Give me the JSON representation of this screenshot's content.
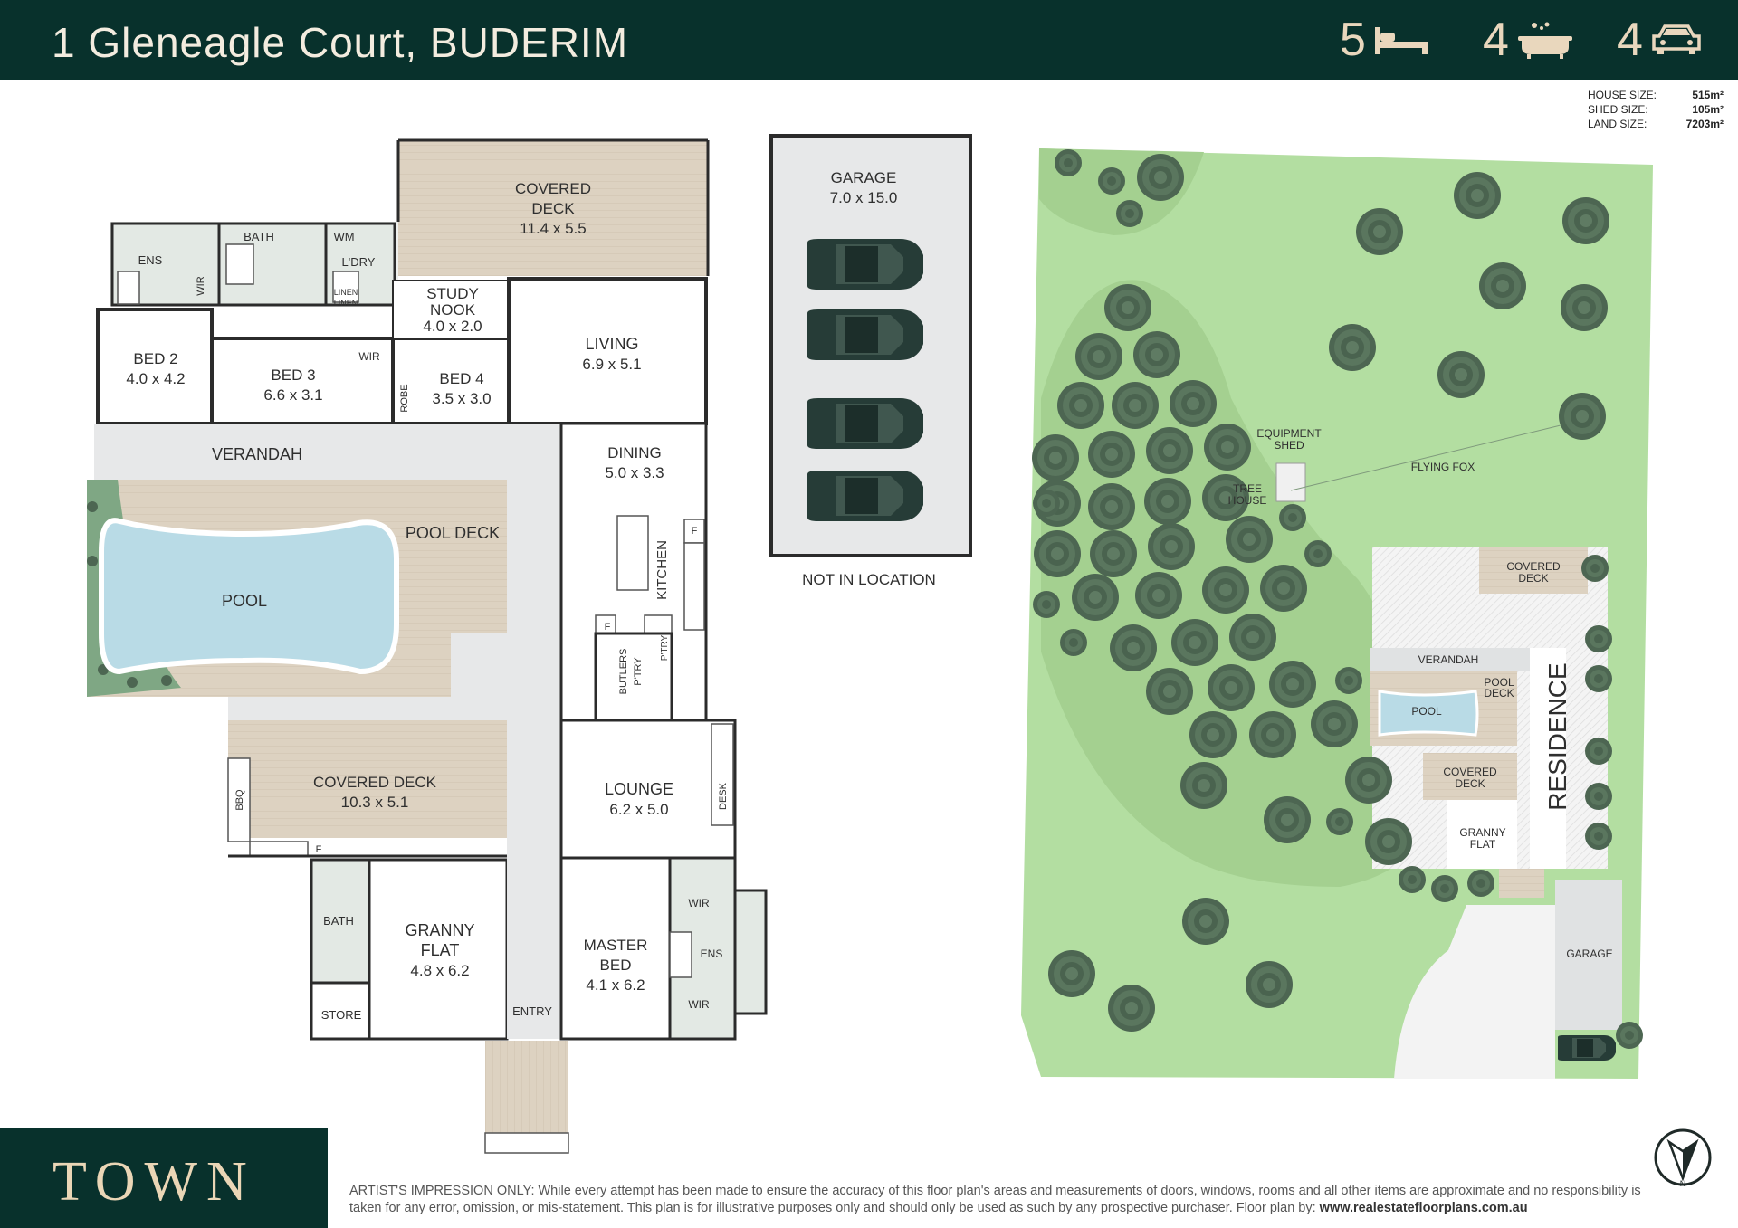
{
  "header": {
    "address": "1 Gleneagle Court, BUDERIM",
    "beds": "5",
    "baths": "4",
    "cars": "4"
  },
  "sizes": [
    {
      "label": "HOUSE SIZE:",
      "value": "515m²"
    },
    {
      "label": "SHED SIZE:",
      "value": "105m²"
    },
    {
      "label": "LAND SIZE:",
      "value": "7203m²"
    }
  ],
  "rooms": {
    "covered_deck_top": {
      "name": "COVERED",
      "name2": "DECK",
      "dim": "11.4 x 5.5"
    },
    "ens": "ENS",
    "bath_top": "BATH",
    "wm": "WM",
    "wir1": "WIR",
    "ldry": "L'DRY",
    "linen1": "LINEN",
    "linen2": "LINEN",
    "study": {
      "name": "STUDY",
      "name2": "NOOK",
      "dim": "4.0 x 2.0"
    },
    "living": {
      "name": "LIVING",
      "dim": "6.9 x 5.1"
    },
    "bed2": {
      "name": "BED 2",
      "dim": "4.0 x 4.2"
    },
    "bed3": {
      "name": "BED 3",
      "dim": "6.6 x 3.1"
    },
    "wir2": "WIR",
    "bed4": {
      "name": "BED 4",
      "dim": "3.5 x 3.0"
    },
    "robe": "ROBE",
    "verandah": "VERANDAH",
    "dining": {
      "name": "DINING",
      "dim": "5.0 x 3.3"
    },
    "pool_deck": "POOL DECK",
    "pool": "POOL",
    "kitchen": "KITCHEN",
    "fridge1": "F",
    "fridge2": "F",
    "fridge3": "F",
    "butlers": "BUTLERS",
    "ptry1": "P'TRY",
    "ptry2": "P'TRY",
    "covered_deck_low": {
      "name": "COVERED DECK",
      "dim": "10.3 x 5.1"
    },
    "bbq": "BBQ",
    "lounge": {
      "name": "LOUNGE",
      "dim": "6.2 x 5.0"
    },
    "desk": "DESK",
    "bath_low": "BATH",
    "granny": {
      "name": "GRANNY",
      "name2": "FLAT",
      "dim": "4.8 x 6.2"
    },
    "store": "STORE",
    "entry": "ENTRY",
    "master": {
      "name": "MASTER",
      "name2": "BED",
      "dim": "4.1 x 6.2"
    },
    "wir3": "WIR",
    "ens2": "ENS",
    "wir4": "WIR"
  },
  "garage": {
    "name": "GARAGE",
    "dim": "7.0 x 15.0",
    "note": "NOT IN LOCATION"
  },
  "site": {
    "equipment_shed": "EQUIPMENT",
    "equipment_shed2": "SHED",
    "tree_house": "TREE",
    "tree_house2": "HOUSE",
    "flying_fox": "FLYING FOX",
    "covered_deck1": "COVERED",
    "covered_deck1b": "DECK",
    "verandah": "VERANDAH",
    "pool": "POOL",
    "pool_deck": "POOL",
    "pool_deck2": "DECK",
    "covered_deck2": "COVERED",
    "covered_deck2b": "DECK",
    "granny": "GRANNY",
    "granny2": "FLAT",
    "residence": "RESIDENCE",
    "garage": "GARAGE"
  },
  "footer": {
    "brand": "TOWN",
    "disclaimer": "ARTIST'S IMPRESSION ONLY: While every attempt has been made to ensure the accuracy of this floor plan's areas and measurements of doors, windows, rooms and all other items are approximate and no responsibility is taken for any error, omission, or mis-statement. This plan is for illustrative purposes only and should only be used as such by any prospective purchaser. Floor plan by:",
    "website": "www.realestatefloorplans.com.au",
    "compass": "N"
  },
  "colors": {
    "header_bg": "#08312c",
    "accent": "#e9d7bd",
    "lawn": "#b3dea1",
    "tree": "#4f6a55",
    "deck": "#ddd2c1",
    "pool": "#b9dbe6",
    "wall": "#2b2b2b"
  }
}
